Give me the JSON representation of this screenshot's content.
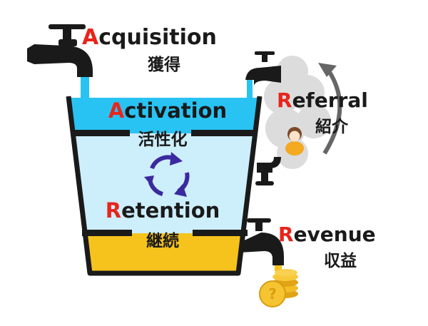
{
  "stages": {
    "acquisition": {
      "initial": "A",
      "rest": "cquisition",
      "jp": "獲得"
    },
    "activation": {
      "initial": "A",
      "rest": "ctivation",
      "jp": "活性化"
    },
    "retention": {
      "initial": "R",
      "rest": "etention",
      "jp": "継続"
    },
    "referral": {
      "initial": "R",
      "rest": "eferral",
      "jp": "紹介"
    },
    "revenue": {
      "initial": "R",
      "rest": "evenue",
      "jp": "収益"
    }
  },
  "colors": {
    "accent_red": "#e8251b",
    "activation_water": "#29c3f3",
    "retention_water": "#cdeefb",
    "revenue_fill": "#f6c31c",
    "cycle_arrows": "#3a2a9e",
    "outline": "#1a1a1a"
  }
}
